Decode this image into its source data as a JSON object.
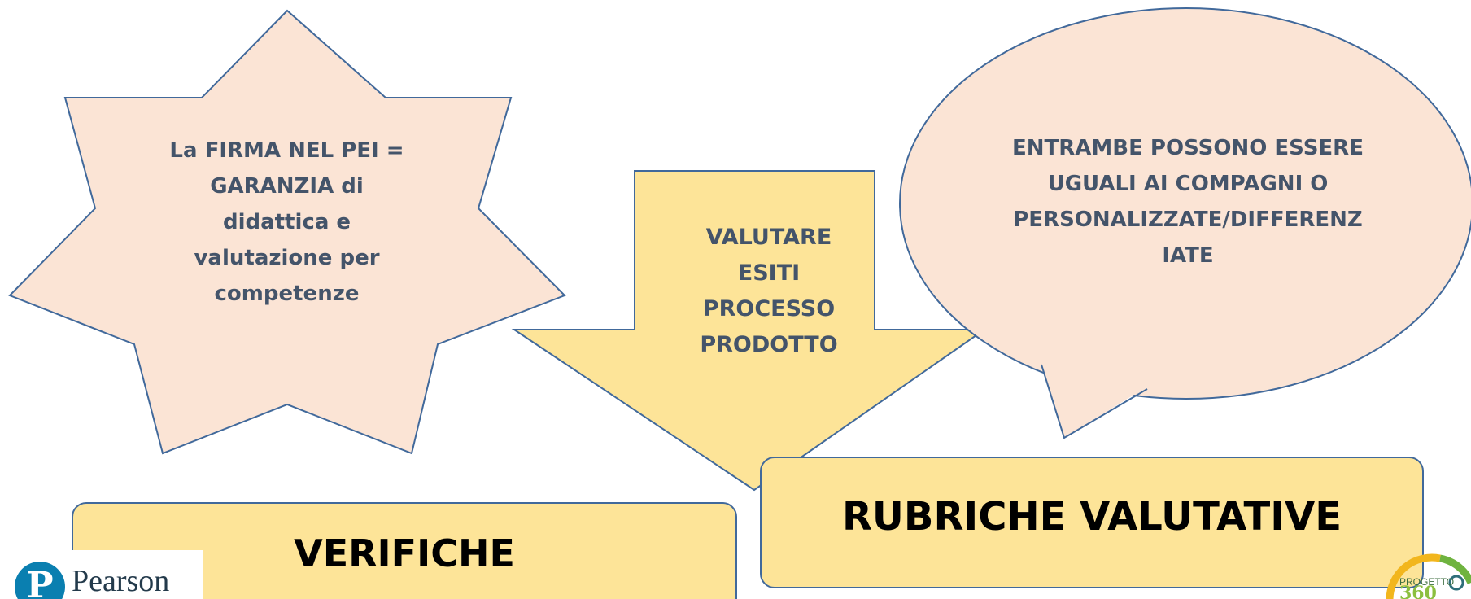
{
  "star": {
    "text": "La FIRMA NEL PEI =\nGARANZIA di\ndidattica e\nvalutazione per\ncompetenze"
  },
  "arrow": {
    "text": "VALUTARE\nESITI\nPROCESSO\nPRODOTTO"
  },
  "bubble": {
    "text": "ENTRAMBE POSSONO ESSERE\nUGUALI AI COMPAGNI O\nPERSONALIZZATE/DIFFERENZ\nIATE"
  },
  "boxes": {
    "verifiche": "VERIFICHE",
    "rubriche": "RUBRICHE  VALUTATIVE"
  },
  "logos": {
    "pearson_mark": "P",
    "pearson_word": "Pearson",
    "progetto_word": "PROGETTO",
    "progetto_number": "360"
  },
  "colors": {
    "shape_fill_peach": "#fbe4d5",
    "shape_fill_yellow": "#fde498",
    "outline": "#41699b",
    "shape_text": "#44546a"
  }
}
